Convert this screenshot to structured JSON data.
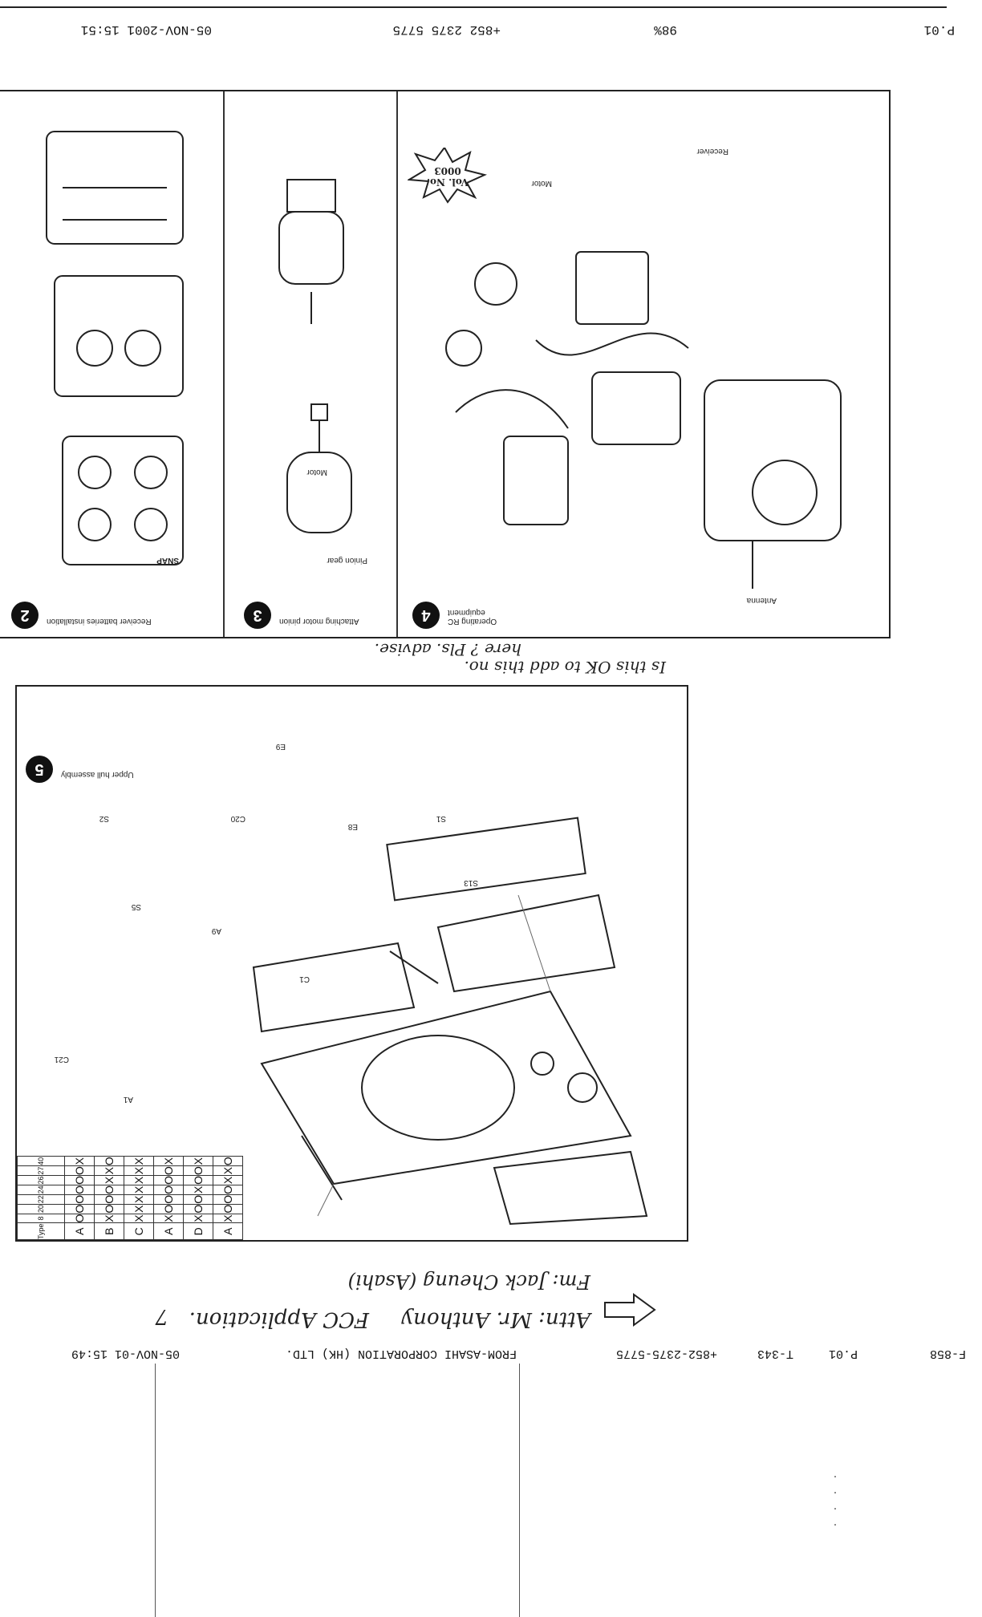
{
  "fax_header_top": {
    "left": "05-NOV-2001  15:51",
    "center": "+852 2375 5775",
    "right_pct": "98%",
    "right_page": "P.01"
  },
  "fax_header_mid": {
    "datetime": "05-NOV-01 15:49",
    "from": "FROM-ASAHI CORPORATION (HK) LTD.",
    "phone": "+852-2375-5775",
    "code": "T-343",
    "page": "P.01",
    "form": "F-858"
  },
  "cover_note": {
    "attn": "Attn: Mr. Anthony",
    "from_line": "Fm: Jack Cheung (Asahi)",
    "subject": "FCC Application.",
    "margin_mark": "7",
    "note_line1": "Is this OK to add this no.",
    "note_line2": "here ? Pls. advise.",
    "tag": "Vol. No. 0003"
  },
  "steps": {
    "s2": "2",
    "s3": "3",
    "s4": "4",
    "s5": "5",
    "s2_title": "Receiver batteries installation",
    "s2_snap": "SNAP",
    "s3_title": "Attaching motor pinion",
    "s3_motor": "Motor",
    "s3_pinion": "Pinion gear",
    "s4_title": "Operating RC equipment",
    "s4_receiver": "Receiver",
    "s4_motor": "Motor",
    "s4_antenna": "Antenna",
    "s5_title": "Upper hull assembly"
  },
  "parts_labels": [
    "S13",
    "S1",
    "E8",
    "C20",
    "S2",
    "S5",
    "C21",
    "A1",
    "A9",
    "C1",
    "E9"
  ],
  "table": {
    "type_header": "Type",
    "types": [
      "A",
      "B",
      "C",
      "A",
      "D",
      "A"
    ],
    "col_headers": [
      "8",
      "20",
      "22",
      "24",
      "26",
      "27",
      "40"
    ],
    "rows": [
      [
        "O",
        "O",
        "O",
        "O",
        "O",
        "O",
        "X"
      ],
      [
        "X",
        "O",
        "O",
        "O",
        "X",
        "X",
        "O"
      ],
      [
        "X",
        "X",
        "X",
        "X",
        "X",
        "X",
        "X"
      ],
      [
        "X",
        "O",
        "O",
        "O",
        "O",
        "O",
        "X"
      ],
      [
        "X",
        "O",
        "O",
        "X",
        "O",
        "O",
        "X"
      ],
      [
        "X",
        "O",
        "O",
        "O",
        "X",
        "X",
        "O"
      ]
    ]
  }
}
